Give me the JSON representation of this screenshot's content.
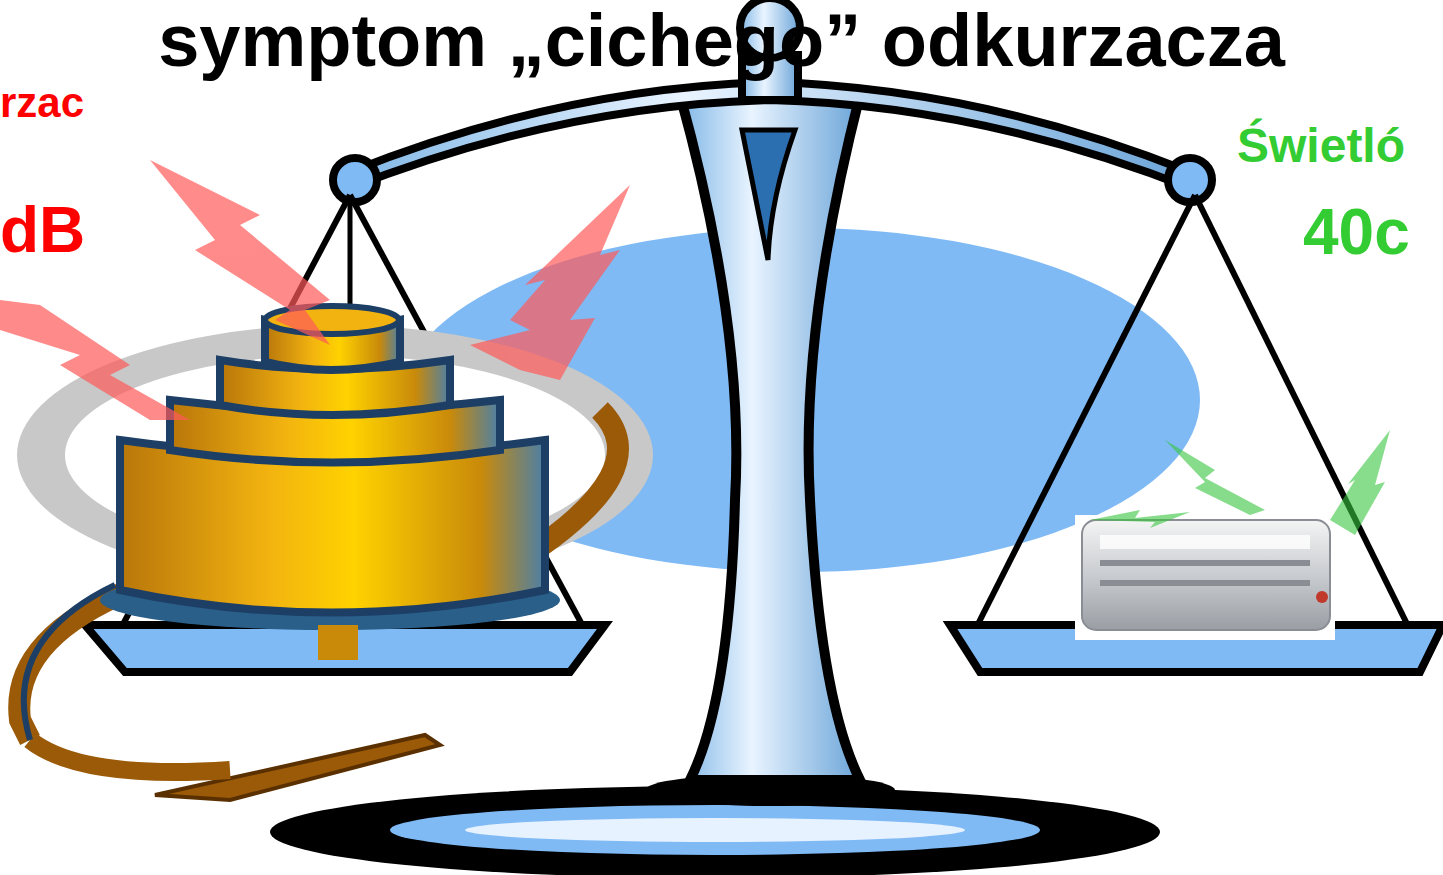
{
  "diagram": {
    "title": "symptom „cichego” odkurzacza",
    "labels": [
      "rzac",
      "dB",
      "Świetló",
      "40c"
    ]
  }
}
